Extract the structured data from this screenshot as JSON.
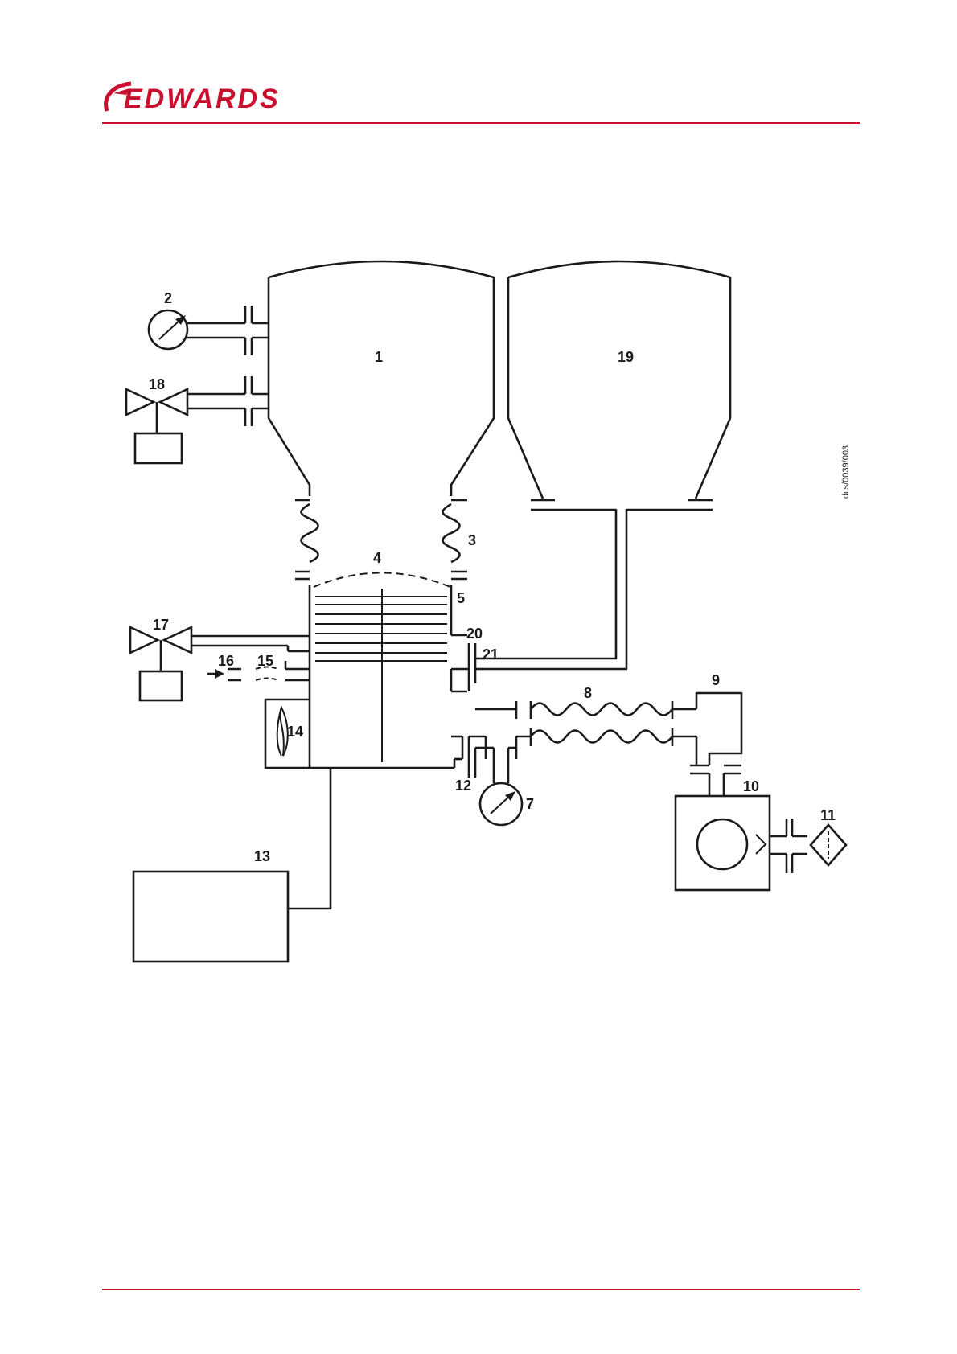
{
  "brand": {
    "logo_text": "EDWARDS",
    "accent_color": "#c8102e"
  },
  "drawing_reference": "dcs/0039/003",
  "labels": {
    "l1": "1",
    "l2": "2",
    "l3": "3",
    "l4": "4",
    "l5": "5",
    "l7": "7",
    "l8": "8",
    "l9": "9",
    "l10": "10",
    "l11": "11",
    "l12": "12",
    "l13": "13",
    "l14": "14",
    "l15": "15",
    "l16": "16",
    "l17": "17",
    "l18": "18",
    "l19": "19",
    "l20": "20",
    "l21": "21"
  }
}
